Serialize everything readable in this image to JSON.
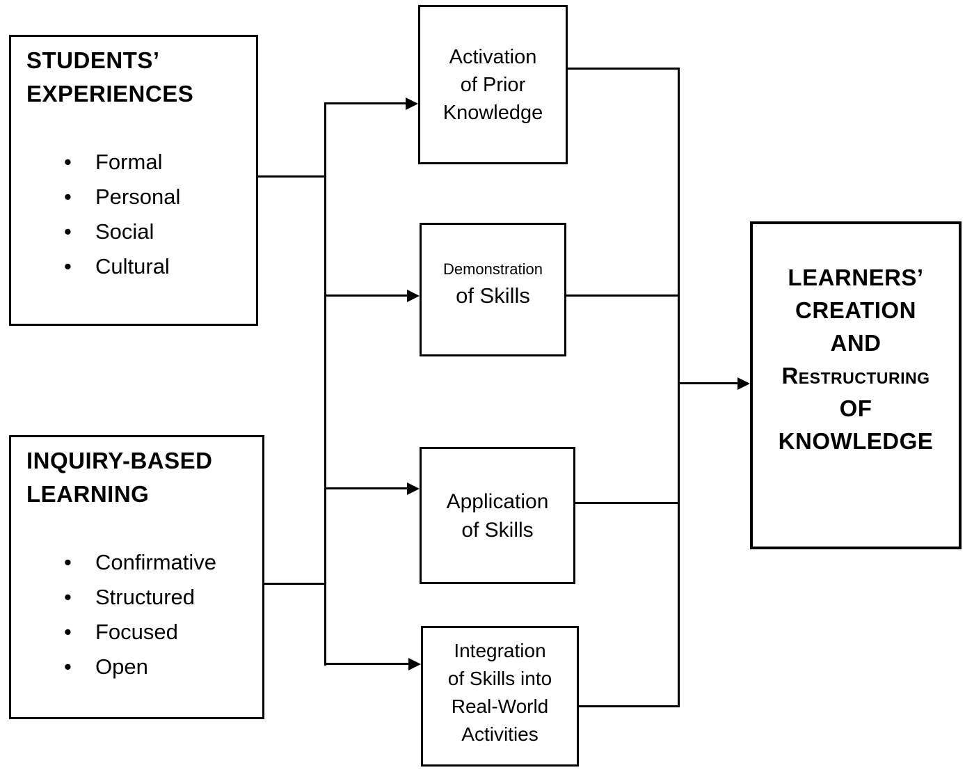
{
  "diagram": {
    "bullet": "•",
    "students_box": {
      "title_lines": [
        "STUDENTS’",
        "EXPERIENCES"
      ],
      "items": [
        "Formal",
        "Personal",
        "Social",
        "Cultural"
      ]
    },
    "inquiry_box": {
      "title_lines": [
        "INQUIRY-BASED",
        "LEARNING"
      ],
      "items": [
        "Confirmative",
        "Structured",
        "Focused",
        "Open"
      ]
    },
    "process_boxes": {
      "activation": {
        "lines": [
          "Activation",
          "of Prior",
          "Knowledge"
        ]
      },
      "demonstration": {
        "lines": [
          "Demonstration",
          "of Skills"
        ]
      },
      "application": {
        "lines": [
          "Application",
          "of Skills"
        ]
      },
      "integration": {
        "lines": [
          "Integration",
          "of Skills into",
          "Real-World",
          "Activities"
        ]
      }
    },
    "outcome_box": {
      "lines": [
        "LEARNERS’",
        "CREATION",
        "AND",
        "Restructuring",
        "OF",
        "KNOWLEDGE"
      ]
    },
    "colors": {
      "line": "#000000",
      "background": "#ffffff",
      "text": "#000000"
    }
  }
}
